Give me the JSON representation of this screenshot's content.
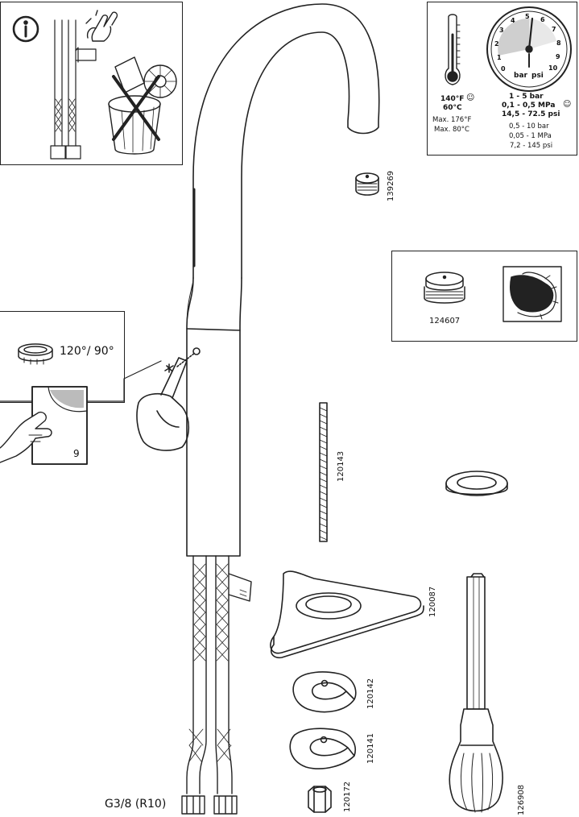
{
  "page_title": "",
  "info_box": {
    "icon": "info-icon",
    "hand_icon": "hand-pointing-icon"
  },
  "gauge_box": {
    "gauge_ticks": [
      "0",
      "1",
      "2",
      "3",
      "4",
      "5",
      "6",
      "7",
      "8",
      "9",
      "10"
    ],
    "gauge_unit_bar": "bar",
    "gauge_unit_psi": "psi",
    "temp_f": "140°F",
    "temp_c": "60°C",
    "temp_max_f": "Max. 176°F",
    "temp_max_c": "Max. 80°C",
    "pressure_ok_1": "1 - 5 bar",
    "pressure_ok_2": "0,1 - 0,5 MPa",
    "pressure_ok_3": "14,5 - 72.5 psi",
    "pressure_range_1": "0,5 - 10 bar",
    "pressure_range_2": "0,05 - 1 MPa",
    "pressure_range_3": "7,2 - 145 psi",
    "smiley_icon": "smiley-icon"
  },
  "aerator_box": {
    "part": "124607"
  },
  "side_box": {
    "angle": "120°/ 90°",
    "page_ref": "9"
  },
  "parts": {
    "aerator": "139269",
    "threaded_rod": "120143",
    "base_plate": "120087",
    "clip_upper": "120142",
    "clip_lower": "120141",
    "nut": "120172",
    "wrench": "126908"
  },
  "thread_label": "G3/8 (R10)"
}
